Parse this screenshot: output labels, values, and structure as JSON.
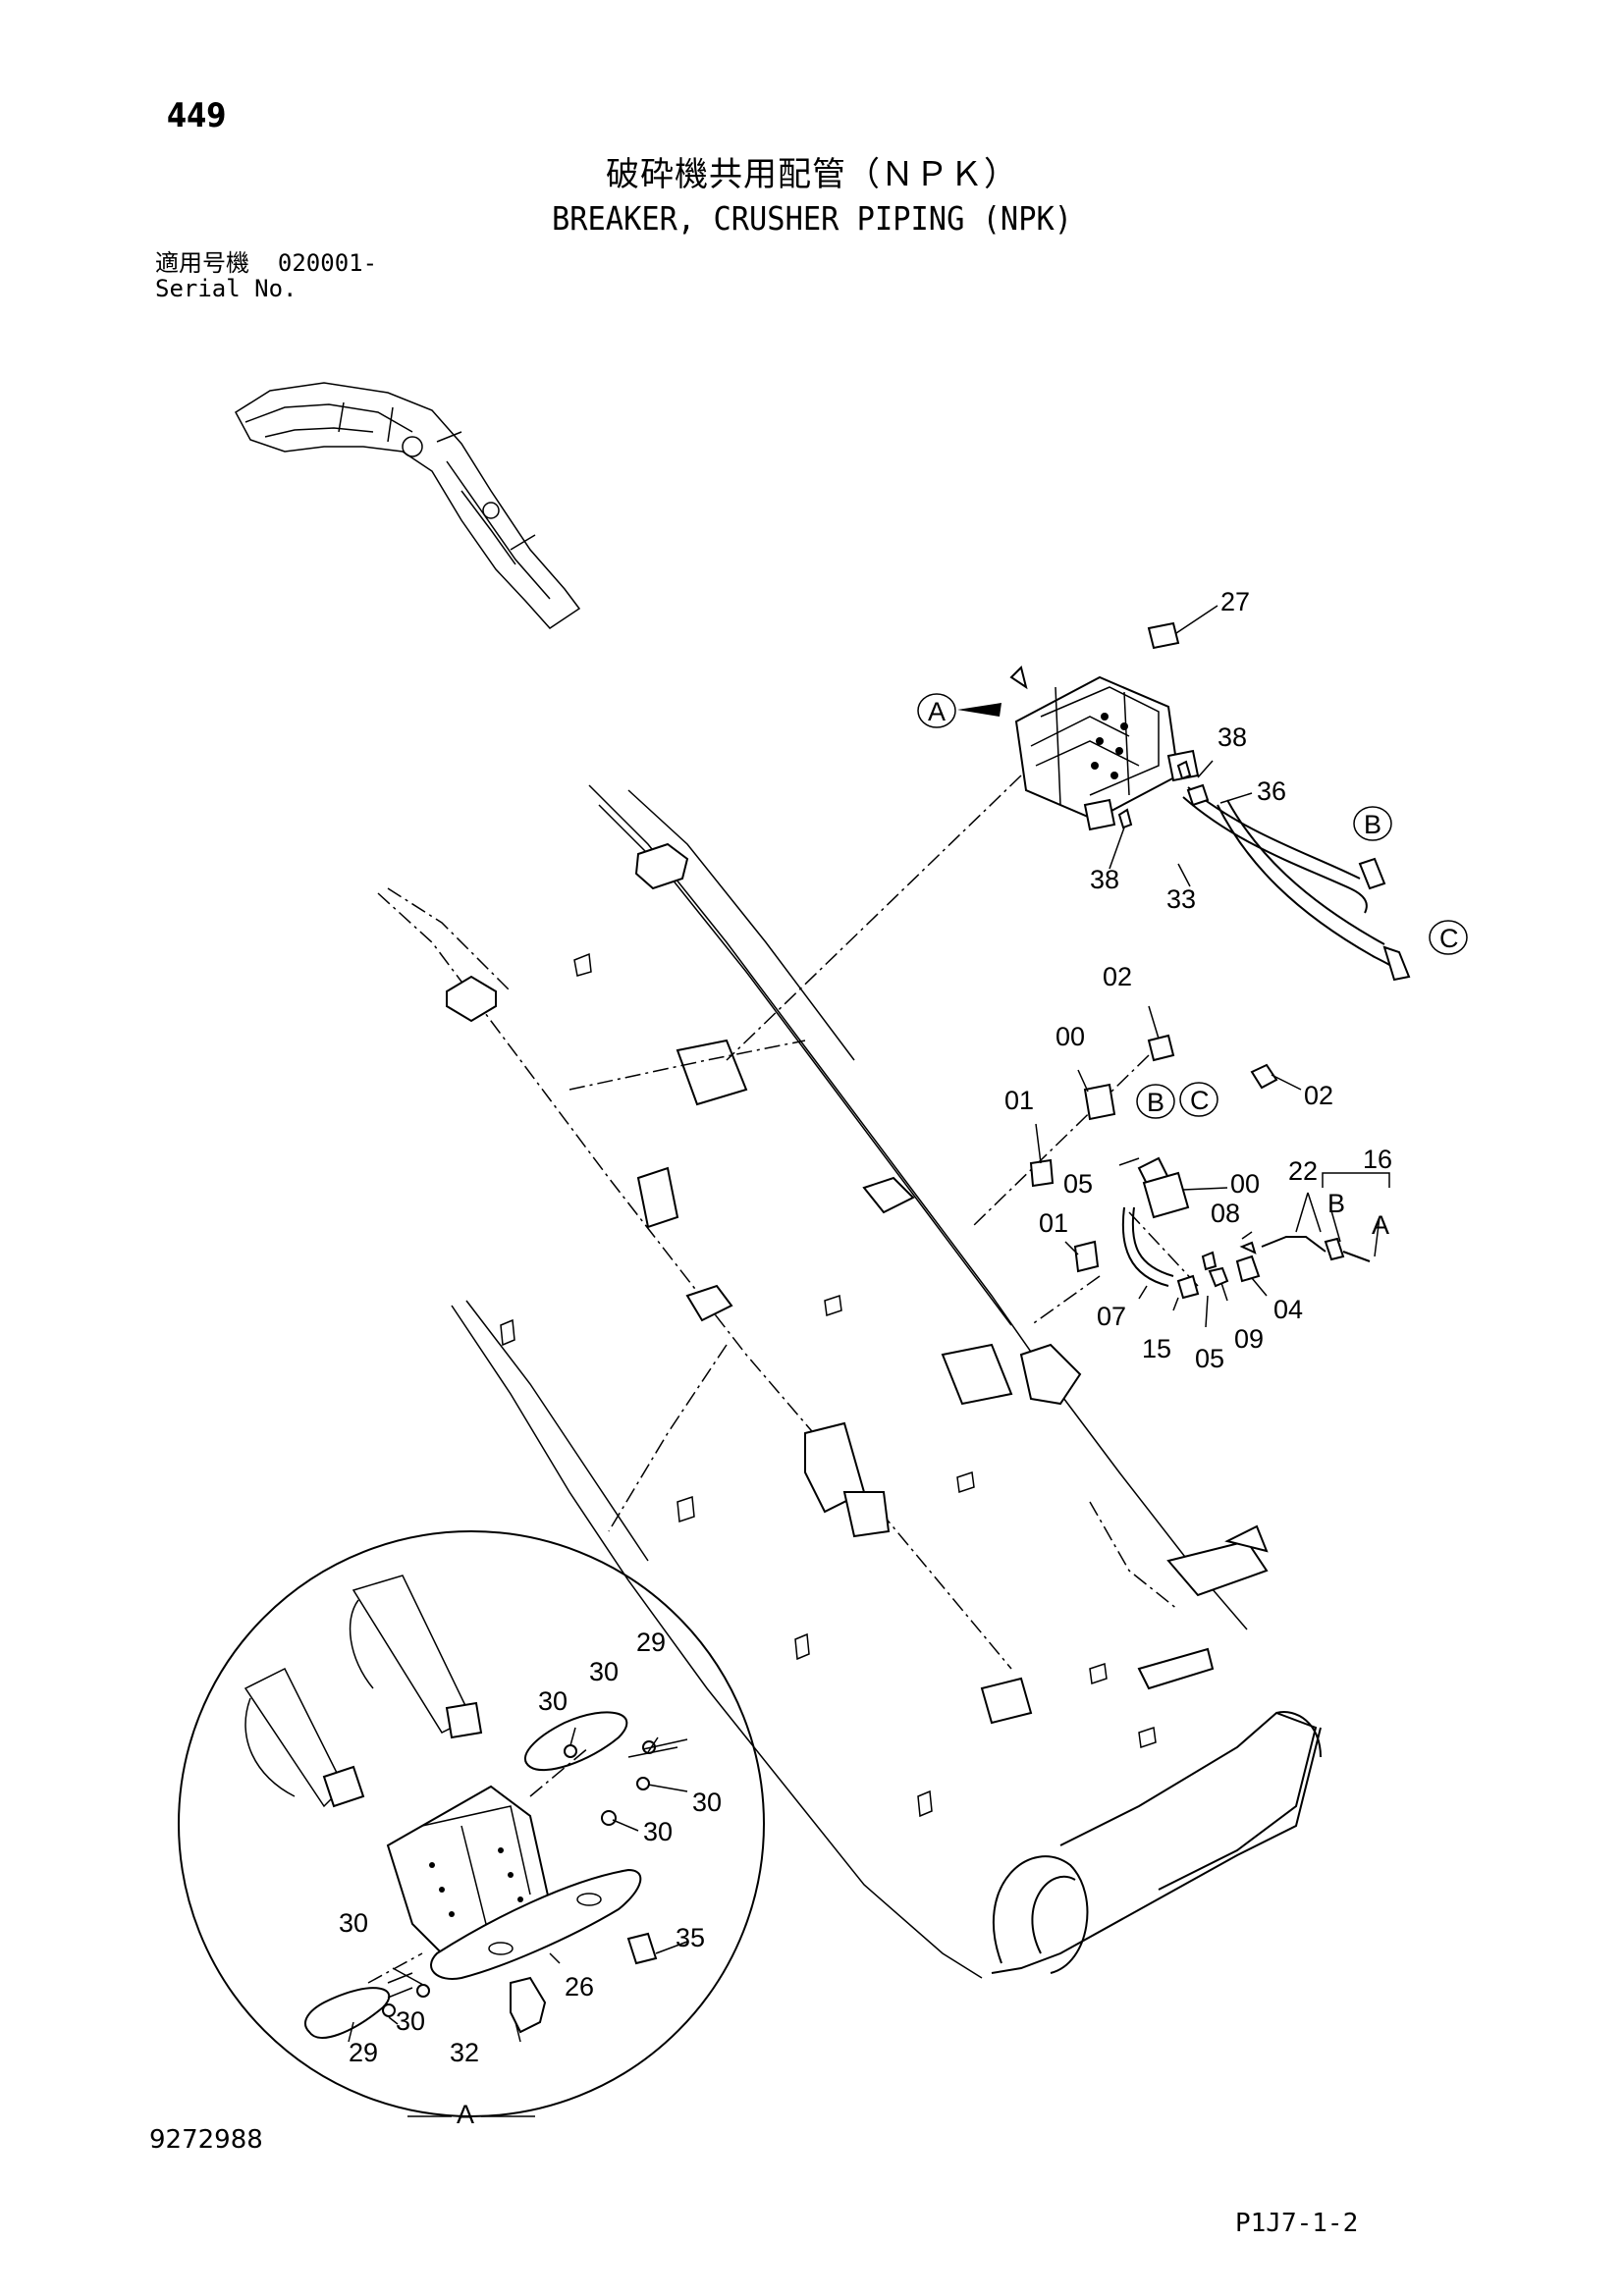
{
  "header": {
    "page_number": "449",
    "title_jp": "破砕機共用配管（ＮＰＫ）",
    "title_en": "BREAKER, CRUSHER PIPING (NPK)",
    "serial_label_jp": "適用号機",
    "serial_value": "020001-",
    "serial_label_en": "Serial No."
  },
  "footer": {
    "doc_code": "9272988",
    "page_code": "P1J7-1-2"
  },
  "callouts": {
    "p27": "27",
    "p38a": "38",
    "p36": "36",
    "p38b": "38",
    "p33": "33",
    "p02a": "02",
    "p00a": "00",
    "p01a": "01",
    "p05a": "05",
    "p02b": "02",
    "p00b": "00",
    "p01b": "01",
    "p08": "08",
    "p22": "22",
    "p16": "16",
    "p07": "07",
    "p15": "15",
    "p05b": "05",
    "p09": "09",
    "p04": "04",
    "d29a": "29",
    "d30a": "30",
    "d30b": "30",
    "d30c": "30",
    "d30d": "30",
    "d30e": "30",
    "d35": "35",
    "d26": "26",
    "d30f": "30",
    "d29b": "29",
    "d32": "32"
  },
  "references": {
    "ref_a_top": "A",
    "ref_b_top": "B",
    "ref_c_top": "C",
    "ref_b_mid": "B",
    "ref_c_mid": "C",
    "ref_b_hose": "B",
    "ref_a_hose": "A",
    "detail_view": "A"
  }
}
